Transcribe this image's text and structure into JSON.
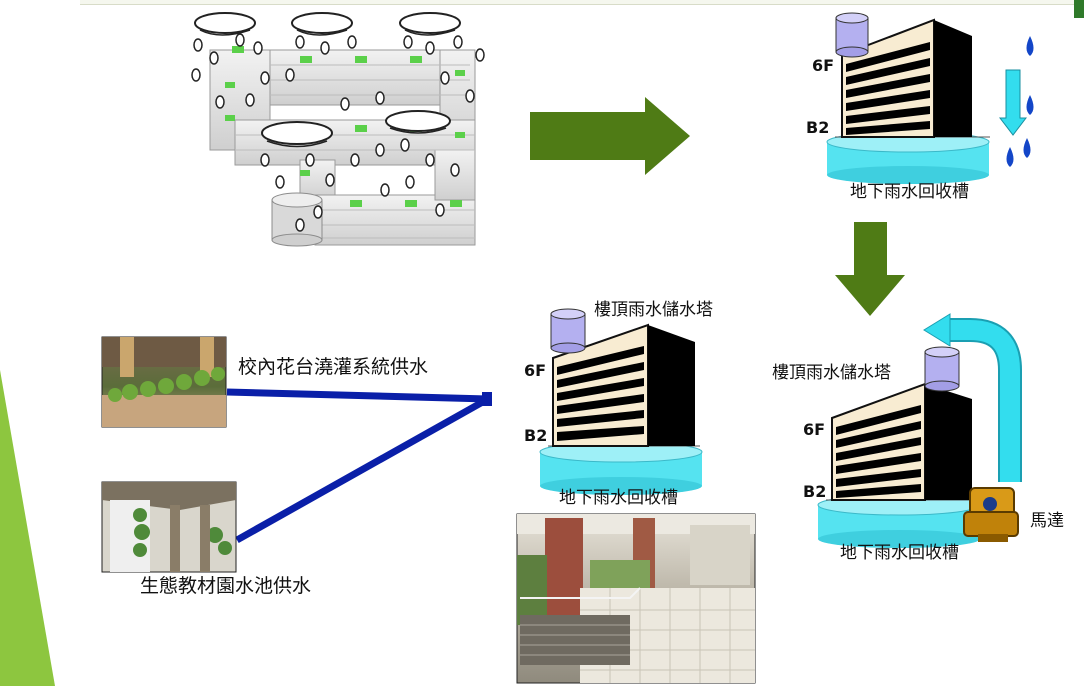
{
  "diagram": {
    "labels": {
      "underground_tank": "地下雨水回收槽",
      "roof_tower": "樓頂雨水儲水塔",
      "floor_top": "6F",
      "floor_bottom": "B2",
      "motor": "馬達",
      "flowerbed_supply": "校內花台澆灌系統供水",
      "ecology_pond_supply": "生態教材園水池供水"
    },
    "colors": {
      "arrow_green": "#4f7b15",
      "pipe_cyan": "#33ddee",
      "tank_cyan": "#55e3f0",
      "tower_lavender": "#b4b0f0",
      "supply_line_blue": "#0a1fa8",
      "slide_accent_green": "#8dc63f"
    }
  }
}
